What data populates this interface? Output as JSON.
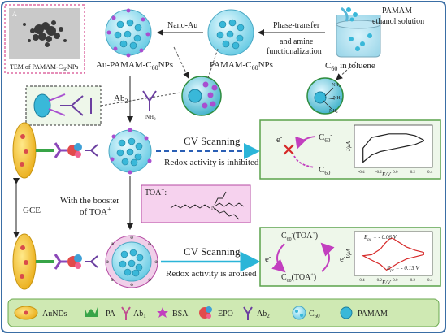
{
  "tem_panel": {
    "letter": "A",
    "caption": "TEM of PAMAM-C",
    "caption_sub": "60",
    "caption_tail": "NPs"
  },
  "top_labels": {
    "pamam_title": "PAMAM",
    "pamam_line2": "ethanol solution",
    "phase_transfer": "Phase-transfer",
    "and_amine": "and amine",
    "functionalization": "functionalization",
    "c60_in_toluene": "C",
    "c60_in_toluene_sub": "60",
    "c60_in_toluene_tail": " in toluene",
    "nano_au": "Nano-Au",
    "au_pamam_c60": "Au-PAMAM-C",
    "au_pamam_c60_sub": "60",
    "au_pamam_c60_tail": "NPs",
    "pamam_c60": "PAMAM-C",
    "pamam_c60_sub": "60",
    "pamam_c60_tail": "NPs"
  },
  "middle_labels": {
    "ab2": "Ab",
    "ab2_sub": "2",
    "nh2": "NH",
    "nh2_sub": "2",
    "cv_scanning_1": "CV Scanning",
    "redox_inhibited": "Redox activity is inhibited",
    "gce": "GCE",
    "booster_line1": "With the booster",
    "booster_line2": "of TOA",
    "booster_sup": "+",
    "toa_label": "TOA",
    "toa_sup": "+",
    "toa_colon": ":",
    "cv_scanning_2": "CV Scanning",
    "redox_aroused": "Redox activity is aroused",
    "nh3": "NH",
    "nh3_sub": "3"
  },
  "redox_box_1": {
    "e_minus": "e",
    "e_sup": "-",
    "c60_minus": "C",
    "c60_minus_sub": "60",
    "c60_minus_sup": "-",
    "c60": "C",
    "c60_sub": "60"
  },
  "redox_box_2": {
    "c60_toa_top": "C",
    "c60_toa_top_sub": "60",
    "c60_toa_top_sup": "-",
    "c60_toa_top_tail": "(TOA",
    "toa_plus": "+",
    "close_paren": ")",
    "c60_toa_bottom": "C",
    "c60_toa_bottom_sub": "60",
    "c60_toa_bottom_tail": "(TOA",
    "e_left": "e",
    "e_right": "e",
    "e_sup": "-"
  },
  "chart_data": [
    {
      "type": "line",
      "title": "",
      "xlabel": "E/V",
      "ylabel": "I/μA",
      "xlim": [
        -0.5,
        0.4
      ],
      "xticks": [
        "-0.4",
        "-0.2",
        "0.0",
        "0.2",
        "0.4"
      ],
      "series": [
        {
          "values_x": [
            -0.4,
            -0.3,
            -0.2,
            -0.1,
            0.0,
            0.1,
            0.2,
            0.3,
            0.3,
            0.2,
            0.1,
            0.0,
            -0.1,
            -0.2,
            -0.3,
            -0.4
          ],
          "values_y": [
            -0.9,
            -0.5,
            -0.3,
            -0.2,
            -0.1,
            0.0,
            0.1,
            0.3,
            0.35,
            0.6,
            0.7,
            0.7,
            0.7,
            0.6,
            0.5,
            -0.1
          ]
        }
      ],
      "colors": [
        "#222222"
      ]
    },
    {
      "type": "line",
      "title": "",
      "xlabel": "E/V",
      "ylabel": "I/μA",
      "xlim": [
        -0.5,
        0.4
      ],
      "xticks": [
        "-0.4",
        "-0.2",
        "0.0",
        "0.2",
        "0.4"
      ],
      "annotations": [
        "E",
        "pa",
        " = - 0.06 V",
        "E",
        "pc",
        " = - 0.13 V"
      ],
      "series": [
        {
          "values_x": [
            -0.4,
            -0.3,
            -0.2,
            -0.15,
            -0.1,
            -0.06,
            0.0,
            0.1,
            0.2,
            0.3,
            0.3,
            0.2,
            0.1,
            0.0,
            -0.1,
            -0.13,
            -0.2,
            -0.3,
            -0.4
          ],
          "values_y": [
            -0.2,
            -0.1,
            0.4,
            0.9,
            1.3,
            1.4,
            1.1,
            0.6,
            0.3,
            0.1,
            -0.1,
            -0.3,
            -0.5,
            -0.9,
            -1.4,
            -1.5,
            -1.0,
            -0.6,
            -0.2
          ]
        }
      ],
      "colors": [
        "#d62828"
      ]
    }
  ],
  "legend": [
    {
      "label": "AuNDs"
    },
    {
      "label": "PA"
    },
    {
      "label": "Ab",
      "sub": "1"
    },
    {
      "label": "BSA"
    },
    {
      "label": "EPO"
    },
    {
      "label": "Ab",
      "sub": "2"
    },
    {
      "label": "C",
      "sub": "60"
    },
    {
      "label": "PAMAM"
    }
  ],
  "colors": {
    "border": "#3a6ea5",
    "dashed_pink": "#d64c8f",
    "arrow_blue": "#2a5fb5",
    "arrow_cyan": "#2bb5d8",
    "box_green_fill": "#eef7ea",
    "box_green_border": "#5aa24b",
    "toa_fill": "#f6d2ee",
    "electrode": "#f2c232",
    "pamam": "#39b8d9",
    "au": "#a4d34b",
    "sphere": "#9ee0f0",
    "legend_fill": "#cfe9b3"
  }
}
